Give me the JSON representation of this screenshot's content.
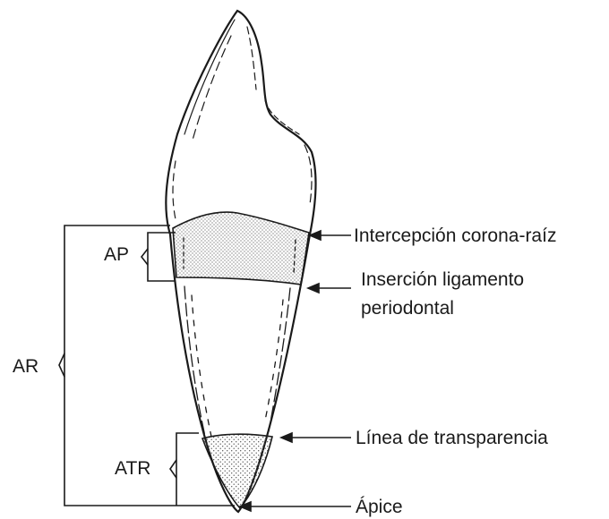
{
  "labels": {
    "ap": "AP",
    "ar": "AR",
    "atr": "ATR",
    "interception": "Intercepción corona-raíz",
    "insertion_line1": "Inserción ligamento",
    "insertion_line2": "periodontal",
    "transparency_line": "Línea de transparencia",
    "apex": "Ápice"
  },
  "colors": {
    "ink": "#1a1a1a",
    "stipple": "#555555",
    "background": "#ffffff"
  }
}
